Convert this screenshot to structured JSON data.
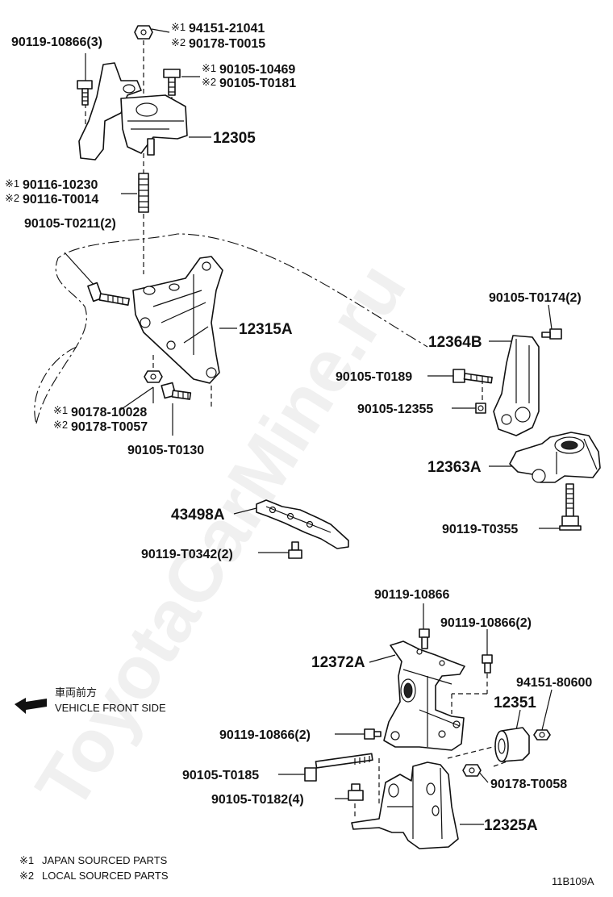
{
  "watermark": "ToyotaCarMine.ru",
  "diagram_code": "11B109A",
  "direction": {
    "jp": "車両前方",
    "en": "VEHICLE FRONT SIDE"
  },
  "legend": [
    {
      "mark": "※1",
      "text": "JAPAN SOURCED PARTS"
    },
    {
      "mark": "※2",
      "text": "LOCAL SOURCED PARTS"
    }
  ],
  "marks": {
    "m1": "※1",
    "m2": "※2"
  },
  "labels": {
    "p90119_10866_3": "90119-10866(3)",
    "p94151_21041": "94151-21041",
    "p90178_T0015": "90178-T0015",
    "p90105_10469": "90105-10469",
    "p90105_T0181": "90105-T0181",
    "p12305": "12305",
    "p90116_10230": "90116-10230",
    "p90116_T0014": "90116-T0014",
    "p90105_T0211_2": "90105-T0211(2)",
    "p12315A": "12315A",
    "p90178_10028": "90178-10028",
    "p90178_T0057": "90178-T0057",
    "p90105_T0130": "90105-T0130",
    "p90105_T0174_2": "90105-T0174(2)",
    "p12364B": "12364B",
    "p90105_T0189": "90105-T0189",
    "p90105_12355": "90105-12355",
    "p12363A": "12363A",
    "p90119_T0355": "90119-T0355",
    "p43498A": "43498A",
    "p90119_T0342_2": "90119-T0342(2)",
    "p90119_10866": "90119-10866",
    "p90119_10866_2a": "90119-10866(2)",
    "p12372A": "12372A",
    "p94151_80600": "94151-80600",
    "p12351": "12351",
    "p90119_10866_2b": "90119-10866(2)",
    "p90105_T0185": "90105-T0185",
    "p90178_T0058": "90178-T0058",
    "p90105_T0182_4": "90105-T0182(4)",
    "p12325A": "12325A"
  }
}
